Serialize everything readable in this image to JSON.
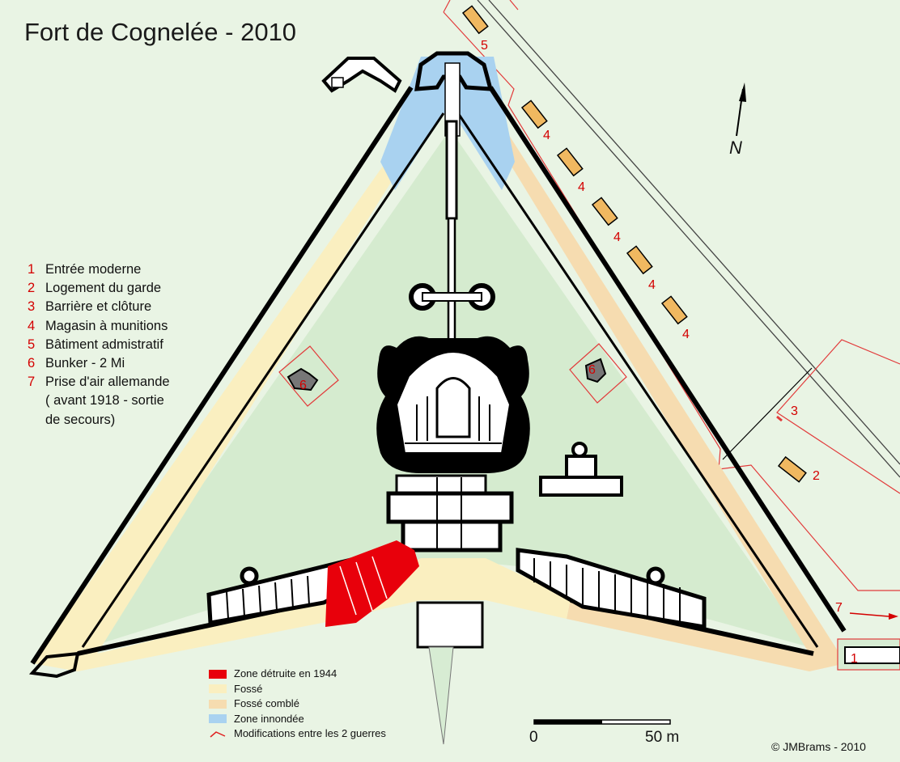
{
  "title": "Fort de Cognelée  - 2010",
  "legend": {
    "items": [
      {
        "num": "1",
        "text": "Entrée moderne"
      },
      {
        "num": "2",
        "text": "Logement du garde"
      },
      {
        "num": "3",
        "text": "Barrière et clôture"
      },
      {
        "num": "4",
        "text": "Magasin à munitions"
      },
      {
        "num": "5",
        "text": "Bâtiment admistratif"
      },
      {
        "num": "6",
        "text": "Bunker - 2 Mi"
      },
      {
        "num": "7",
        "text": "Prise d'air allemande"
      }
    ],
    "item7_cont1": "( avant 1918 - sortie",
    "item7_cont2": "de secours)"
  },
  "key": {
    "items": [
      {
        "label": "Zone détruite en 1944",
        "color": "#e8000b"
      },
      {
        "label": "Fossé",
        "color": "#faefc0"
      },
      {
        "label": "Fossé comblé",
        "color": "#f6dcb0"
      },
      {
        "label": "Zone innondée",
        "color": "#a9d2f0"
      },
      {
        "label": "Modifications entre les 2 guerres",
        "color": "#e02020"
      }
    ]
  },
  "scale": {
    "start": "0",
    "end": "50 m"
  },
  "north": "N",
  "copyright": "©  JMBrams - 2010",
  "labels": {
    "n1": "1",
    "n2": "2",
    "n3": "3",
    "n4": "4",
    "n5": "5",
    "n6": "6",
    "n7": "7"
  },
  "colors": {
    "background": "#e9f4e4",
    "ditch": "#faefc0",
    "filled_ditch": "#f6dcb0",
    "flooded": "#a9d2f0",
    "glacis": "#d6ecd2",
    "destroyed": "#e8000b",
    "modification": "#e02020",
    "magazine": "#f0b860",
    "wall": "#000000"
  }
}
